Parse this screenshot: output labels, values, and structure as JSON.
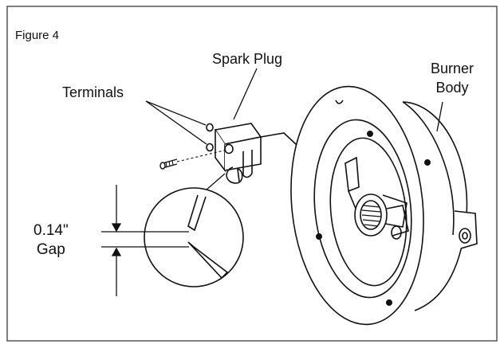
{
  "figure": {
    "label": "Figure 4",
    "callouts": {
      "spark_plug": "Spark Plug",
      "terminals": "Terminals",
      "burner_body_line1": "Burner",
      "burner_body_line2": "Body",
      "gap_value": "0.14\"",
      "gap_word": "Gap"
    }
  }
}
